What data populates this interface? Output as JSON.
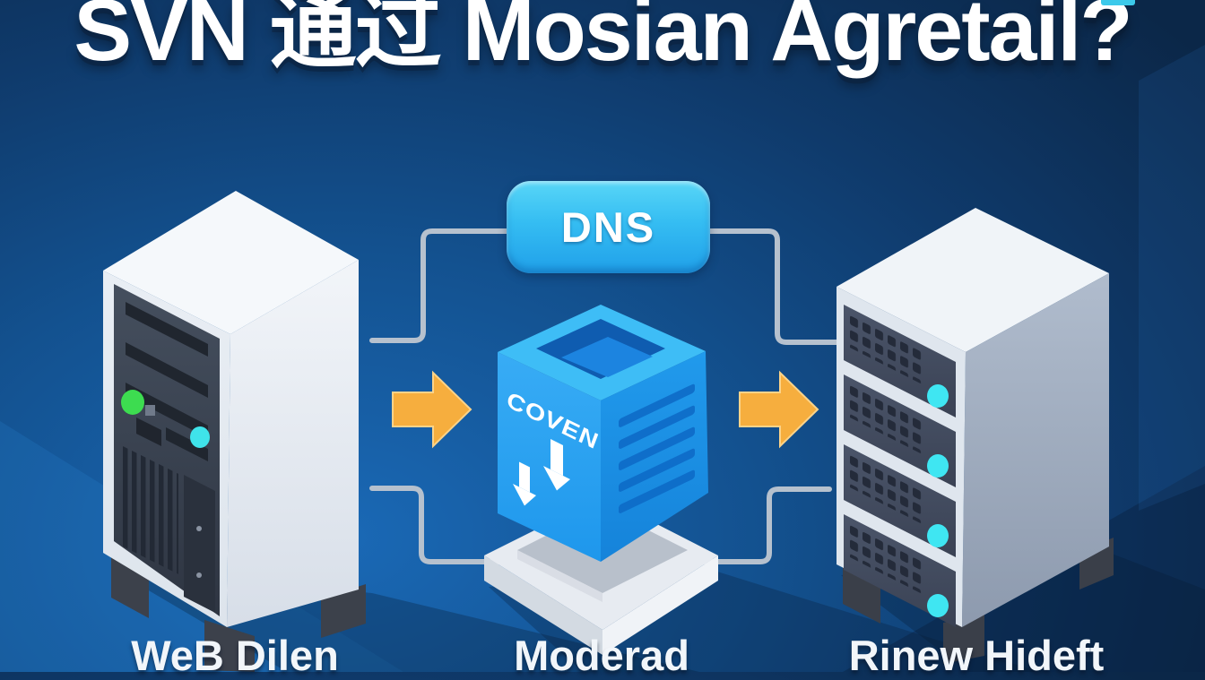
{
  "title": "SVN 通过 Mosian Agretail?",
  "dns_badge": {
    "label": "DNS"
  },
  "cube": {
    "logo": "COVEN"
  },
  "nodes": [
    {
      "label": "WeB Dilen"
    },
    {
      "label": "Moderad"
    },
    {
      "label": "Rinew Hideft"
    }
  ],
  "colors": {
    "background_top": "#0b2748",
    "background_bright": "#1a69b6",
    "dns_badge_top": "#58d6f7",
    "dns_badge_bottom": "#20a0e9",
    "cube_left_face": "#2fa5f2",
    "cube_right_face": "#1b8fe4",
    "cube_top_face": "#3ebdf6",
    "arrow_orange": "#f6ae3e",
    "connector_gray": "#b6c1ce",
    "tower_body": "#e9eef4",
    "tower_panel": "#3e4654",
    "led_green": "#3ddc50",
    "led_cyan": "#3fe3ea",
    "rack_unit": "#47516436",
    "text_white": "#ffffff"
  }
}
